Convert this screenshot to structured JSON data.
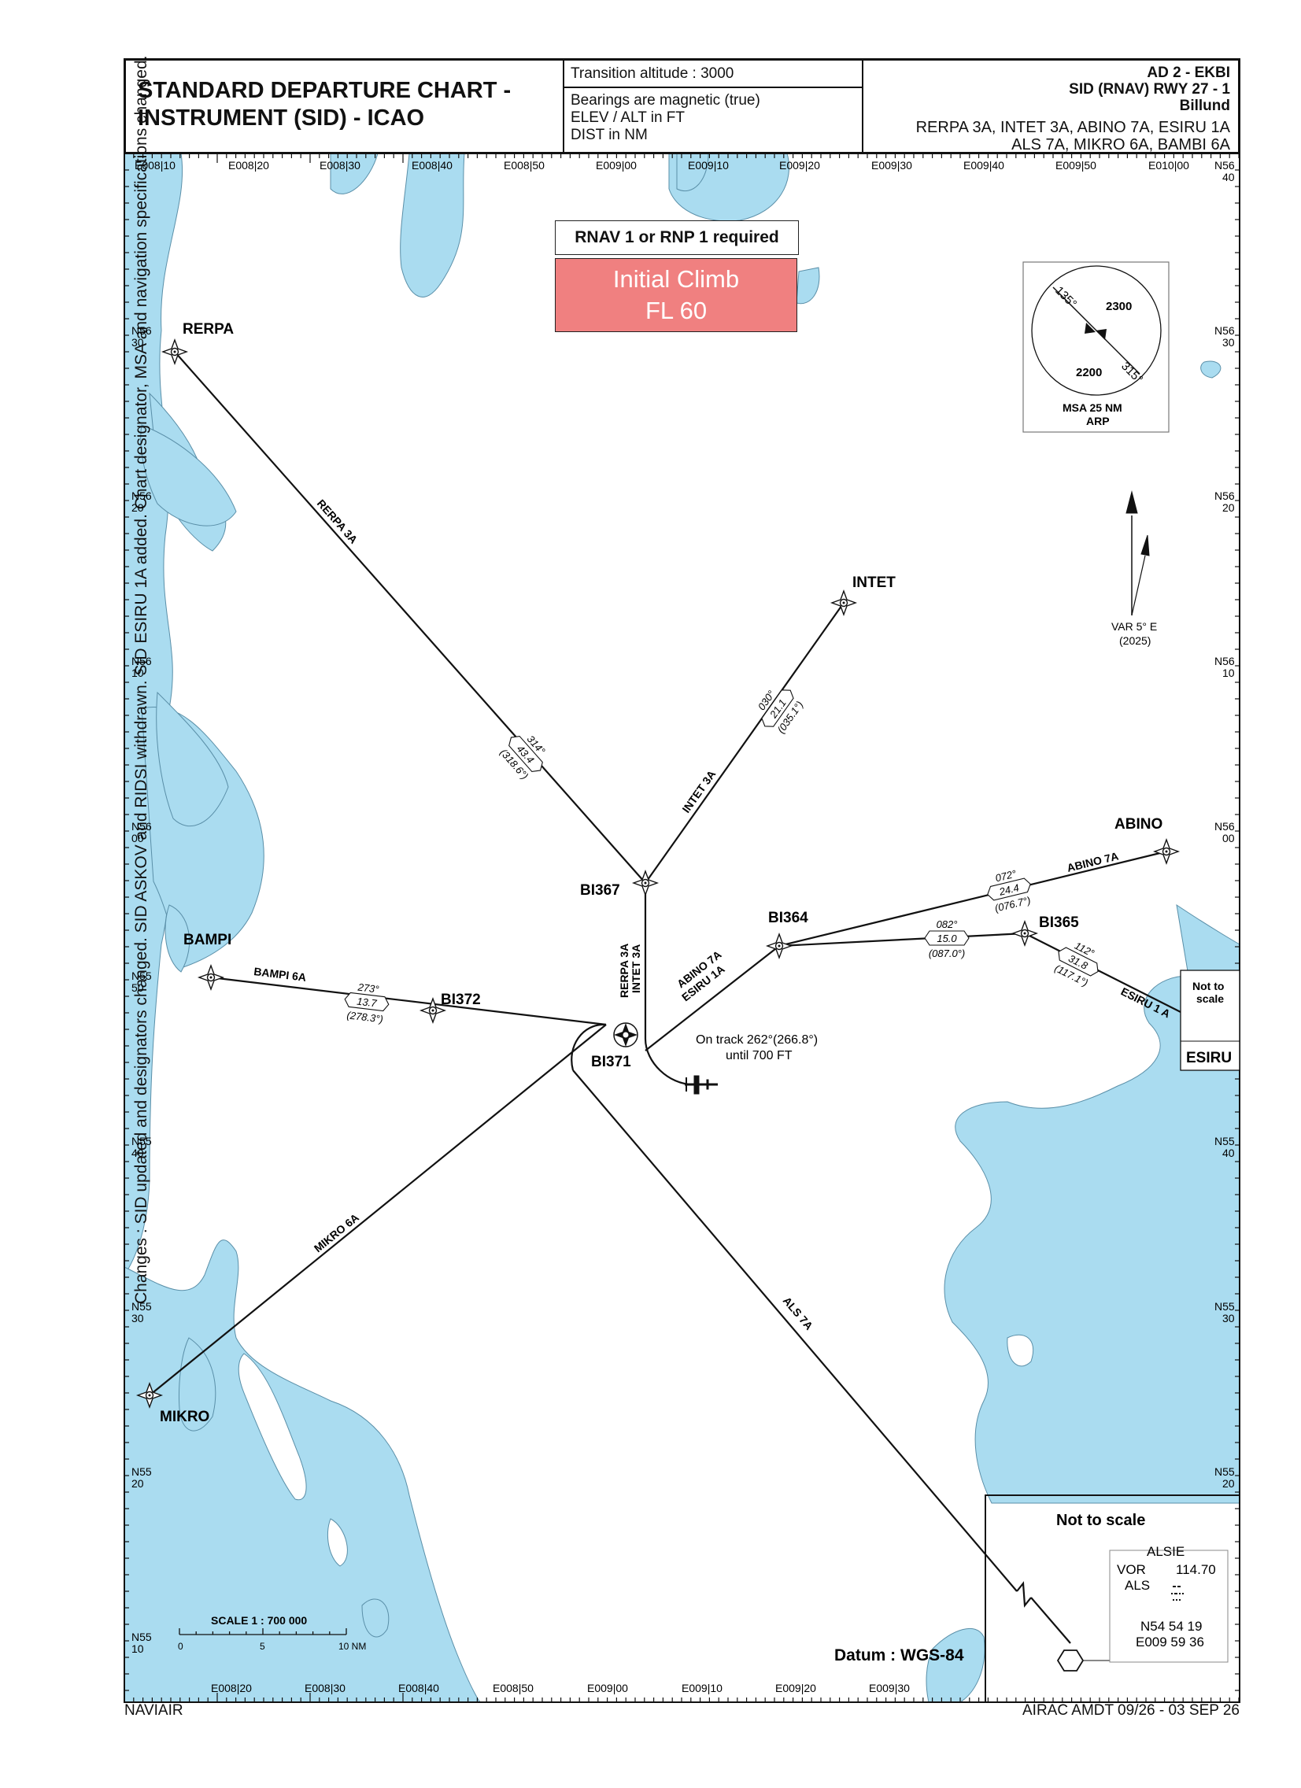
{
  "header": {
    "title_line1": "STANDARD DEPARTURE CHART -",
    "title_line2": "INSTRUMENT (SID) - ICAO",
    "transition_altitude": "Transition altitude : 3000",
    "bearings": "Bearings are magnetic (true)",
    "elev": "ELEV / ALT in FT",
    "dist": "DIST in NM",
    "ad": "AD 2 - EKBI",
    "sid": "SID (RNAV) RWY 27 - 1",
    "airport": "Billund",
    "procedures_1": "RERPA 3A, INTET 3A, ABINO 7A, ESIRU 1A",
    "procedures_2": "ALS 7A, MIKRO 6A, BAMBI 6A"
  },
  "notes": {
    "rnav": "RNAV 1 or RNP 1 required",
    "climb_1": "Initial Climb",
    "climb_2": "FL 60",
    "changes": "Changes : SID updated and designators changed. SID ASKOV and RIDSI withdrawn. SID ESIRU 1A added. Chart designator, MSA and navigation specifications changed.",
    "on_track_1": "On track 262°(266.8°)",
    "on_track_2": "until 700 FT",
    "datum": "Datum : WGS-84",
    "not_to_scale": "Not to scale",
    "not_to_scale_small_1": "Not to",
    "not_to_scale_small_2": "scale"
  },
  "footer": {
    "left": "NAVIAIR",
    "right": "AIRAC AMDT 09/26 - 03 SEP 26"
  },
  "msa": {
    "label_1": "MSA 25 NM",
    "label_2": "ARP",
    "sector_ne": "2300",
    "sector_sw": "2200",
    "bearing_1": "135°",
    "bearing_2": "315°"
  },
  "variation": {
    "line_1": "VAR 5° E",
    "line_2": "(2025)"
  },
  "scale": {
    "label": "SCALE 1 : 700 000",
    "tick_0": "0",
    "tick_5": "5",
    "tick_10": "10 NM"
  },
  "alsie": {
    "name": "ALSIE",
    "type": "VOR",
    "freq": "114.70",
    "ident": "ALS",
    "lat": "N54 54 19",
    "lon": "E009 59 36"
  },
  "longitude_labels_top": [
    "E008|10",
    "E008|20",
    "E008|30",
    "E008|40",
    "E008|50",
    "E009|00",
    "E009|10",
    "E009|20",
    "E009|30",
    "E009|40",
    "E009|50",
    "E010|00"
  ],
  "longitude_labels_bottom": [
    "E008|20",
    "E008|30",
    "E008|40",
    "E008|50",
    "E009|00",
    "E009|10",
    "E009|20",
    "E009|30"
  ],
  "latitude_labels": [
    {
      "n": "N56",
      "m": "40"
    },
    {
      "n": "N56",
      "m": "30"
    },
    {
      "n": "N56",
      "m": "20"
    },
    {
      "n": "N56",
      "m": "10"
    },
    {
      "n": "N56",
      "m": "00"
    },
    {
      "n": "N55",
      "m": "50"
    },
    {
      "n": "N55",
      "m": "40"
    },
    {
      "n": "N55",
      "m": "30"
    },
    {
      "n": "N55",
      "m": "20"
    },
    {
      "n": "N55",
      "m": "10"
    }
  ],
  "waypoints": {
    "rerpa": "RERPA",
    "intet": "INTET",
    "abino": "ABINO",
    "bi367": "BI367",
    "bi364": "BI364",
    "bi365": "BI365",
    "bampi": "BAMPI",
    "bi372": "BI372",
    "bi371": "BI371",
    "esiru": "ESIRU",
    "mikro": "MIKRO"
  },
  "routes": {
    "rerpa": "RERPA 3A",
    "intet": "INTET 3A",
    "abino": "ABINO 7A",
    "abino_esiru_1": "ABINO 7A",
    "abino_esiru_2": "ESIRU 1A",
    "esiru": "ESIRU 1 A",
    "bampi": "BAMPI 6A",
    "mikro": "MIKRO 6A",
    "als": "ALS 7A",
    "rerpa_intet_1": "RERPA 3A",
    "rerpa_intet_2": "INTET 3A"
  },
  "legs": {
    "rerpa": {
      "track": "314°",
      "dist": "43.4",
      "true": "(318.6°)"
    },
    "intet": {
      "track": "030°",
      "dist": "21.1",
      "true": "(035.1°)"
    },
    "abino": {
      "track": "072°",
      "dist": "24.4",
      "true": "(076.7°)"
    },
    "bi365": {
      "track": "082°",
      "dist": "15.0",
      "true": "(087.0°)"
    },
    "esiru": {
      "track": "112°",
      "dist": "31.8",
      "true": "(117.1°)"
    },
    "bampi": {
      "track": "273°",
      "dist": "13.7",
      "true": "(278.3°)"
    }
  }
}
